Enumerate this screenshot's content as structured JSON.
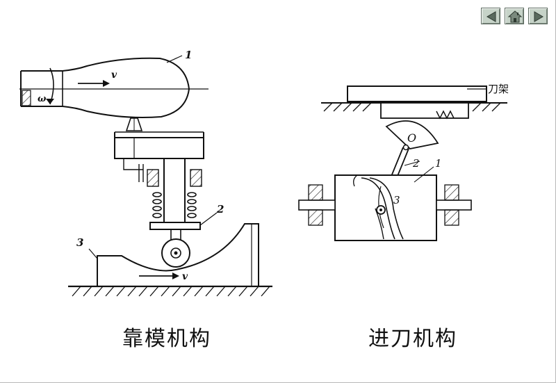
{
  "nav": {
    "prev_icon": "triangle-left-icon",
    "home_icon": "home-icon",
    "next_icon": "triangle-right-icon"
  },
  "left_figure": {
    "caption": "靠模机构",
    "labels": {
      "part1": "1",
      "part2": "2",
      "part3": "3",
      "velocity_top": "v",
      "velocity_bottom": "v",
      "omega": "ω"
    }
  },
  "right_figure": {
    "caption": "进刀机构",
    "labels": {
      "tool_holder": "刀架",
      "part1": "1",
      "part2": "2",
      "part3": "3",
      "pivot": "O"
    }
  },
  "colors": {
    "ink": "#111111",
    "nav_bg": "#c6d3c8",
    "nav_border": "#5b6b5f"
  }
}
